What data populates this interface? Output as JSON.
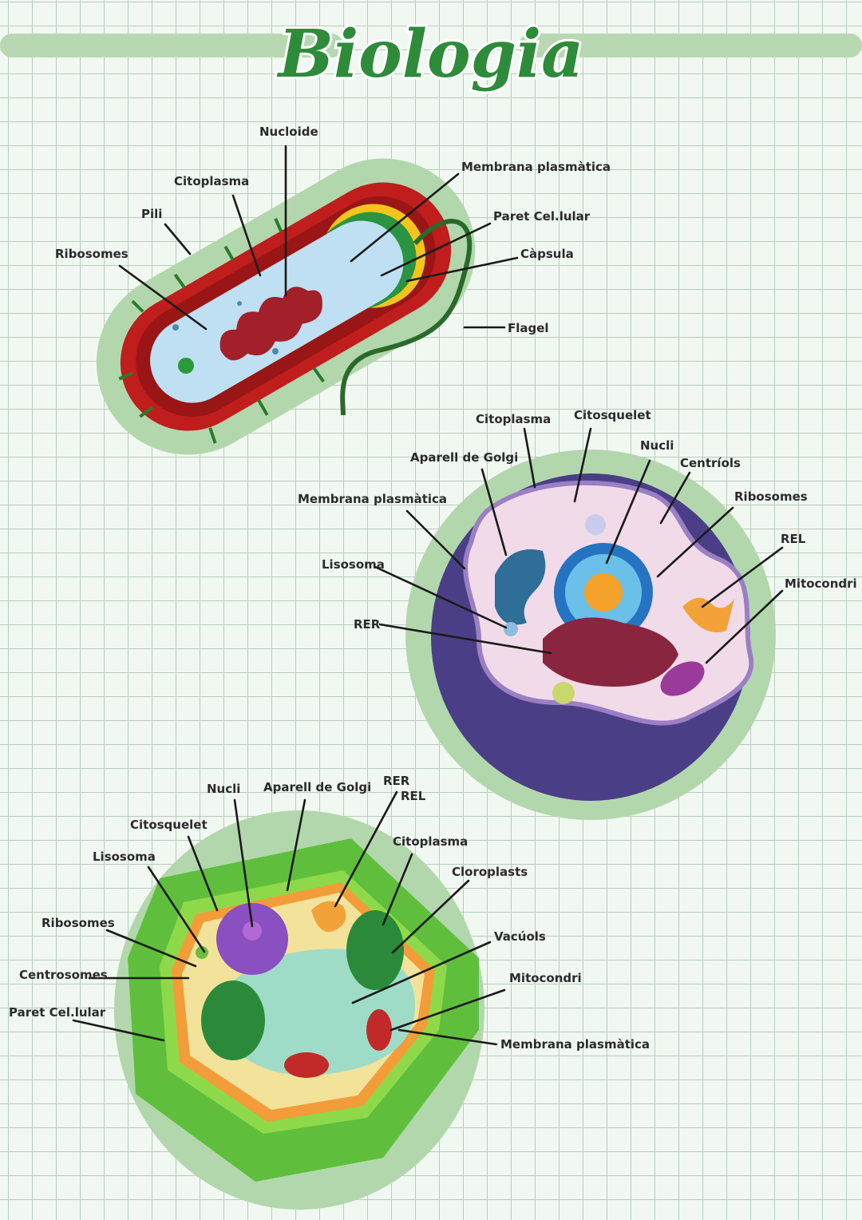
{
  "title": "Biologia",
  "colors": {
    "title_green": "#2e8b3a",
    "halo_green": "#b3d7ad",
    "prokaryote_wall": "#c01d1d",
    "animal_cytoplasm": "#f2dbe9",
    "animal_outer": "#4a3f86",
    "plant_wall": "#5fbf3c"
  },
  "prokaryotic_cell": {
    "labels": {
      "nucleoide": "Nucloide",
      "citoplasma": "Citoplasma",
      "pili": "Pili",
      "ribosomes": "Ribosomes",
      "membrana": "Membrana plasmàtica",
      "paret": "Paret Cel.lular",
      "capsula": "Càpsula",
      "flagel": "Flagel"
    }
  },
  "animal_cell": {
    "labels": {
      "citoplasma": "Citoplasma",
      "citosquelet": "Citosquelet",
      "golgi": "Aparell de Golgi",
      "nucli": "Nucli",
      "centriols": "Centríols",
      "membrana": "Membrana plasmàtica",
      "ribosomes": "Ribosomes",
      "rel": "REL",
      "lisosoma": "Lisosoma",
      "mitocondri": "Mitocondri",
      "rer": "RER"
    }
  },
  "plant_cell": {
    "labels": {
      "nucli": "Nucli",
      "golgi": "Aparell de Golgi",
      "rer": "RER",
      "rel": "REL",
      "citosquelet": "Citosquelet",
      "citoplasma": "Citoplasma",
      "lisosoma": "Lisosoma",
      "cloroplasts": "Cloroplasts",
      "ribosomes": "Ribosomes",
      "vacuols": "Vacúols",
      "centrosomes": "Centrosomes",
      "mitocondri": "Mitocondri",
      "paret": "Paret Cel.lular",
      "membrana": "Membrana plasmàtica"
    }
  }
}
